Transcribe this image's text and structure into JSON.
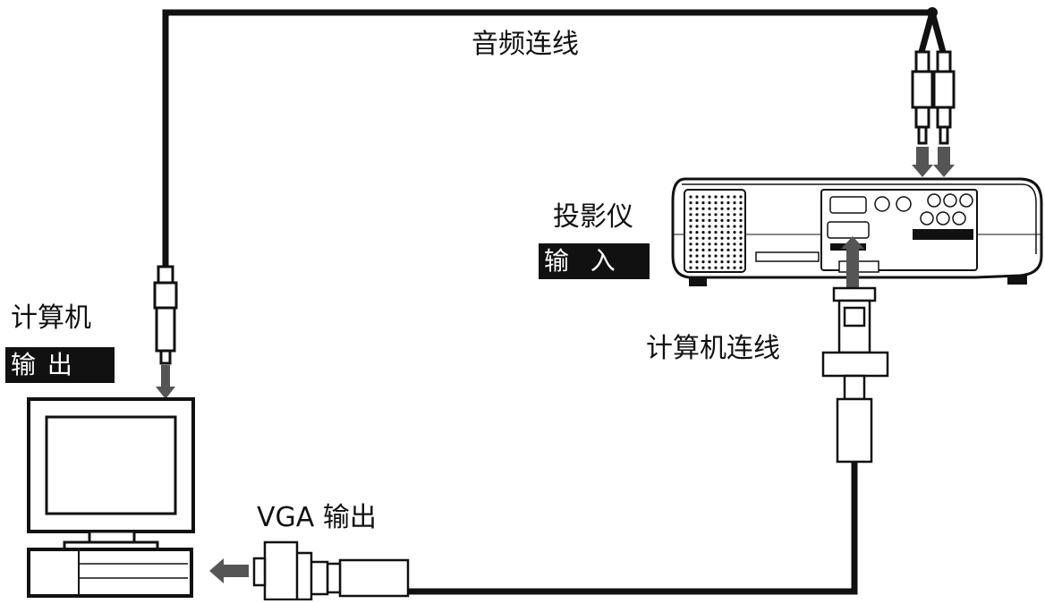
{
  "labels": {
    "audio_cable": "音频连线",
    "projector": "投影仪",
    "projector_input": "输  入",
    "computer": "计算机",
    "computer_output": "输 出",
    "computer_cable": "计算机连线",
    "vga_output": "VGA 输出"
  },
  "colors": {
    "ink": "#111111",
    "paper": "#ffffff",
    "arrow": "#555555"
  }
}
